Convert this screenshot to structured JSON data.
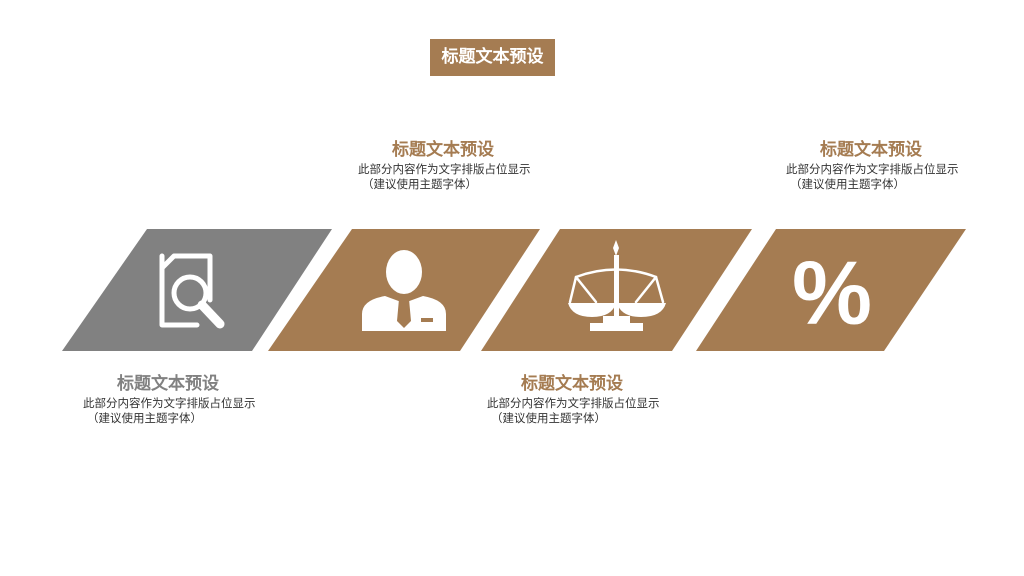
{
  "header": {
    "title": "标题文本预设"
  },
  "colors": {
    "gray": "#818181",
    "brown": "#a57c52",
    "text": "#333333",
    "white": "#ffffff"
  },
  "items": [
    {
      "icon": "document-search-icon",
      "title": "标题文本预设",
      "desc": "此部分内容作为文字排版占位显示",
      "note": "（建议使用主题字体）"
    },
    {
      "icon": "businessman-icon",
      "title": "标题文本预设",
      "desc": "此部分内容作为文字排版占位显示",
      "note": "（建议使用主题字体）"
    },
    {
      "icon": "balance-scale-icon",
      "title": "标题文本预设",
      "desc": "此部分内容作为文字排版占位显示",
      "note": "（建议使用主题字体）"
    },
    {
      "icon": "percent-icon",
      "title": "标题文本预设",
      "desc": "此部分内容作为文字排版占位显示",
      "note": "（建议使用主题字体）",
      "glyph": "%"
    }
  ]
}
